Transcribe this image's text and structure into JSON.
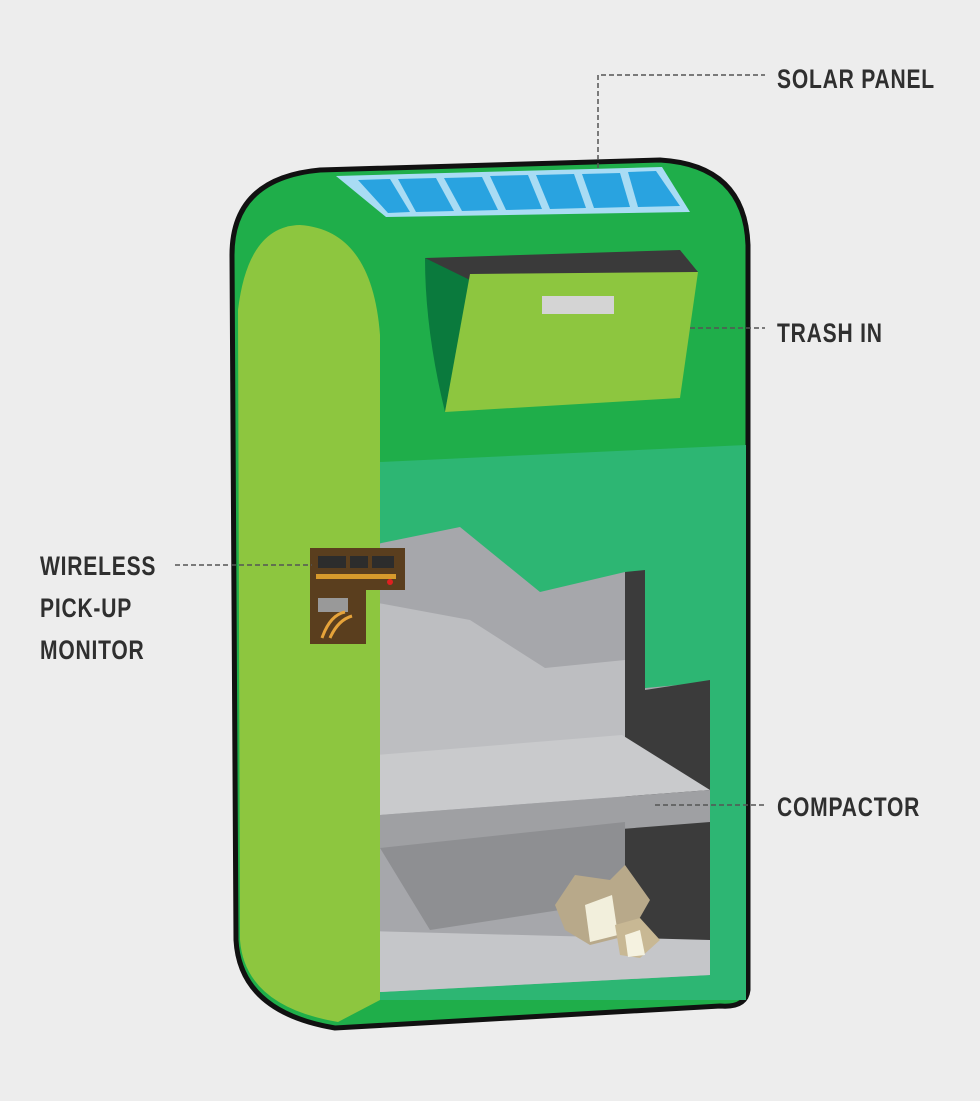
{
  "labels": {
    "solar_panel": "SOLAR PANEL",
    "trash_in": "TRASH IN",
    "wireless_lines": [
      "WIRELESS",
      "PICK-UP",
      "MONITOR"
    ],
    "compactor": "COMPACTOR"
  },
  "colors": {
    "background": "#ededed",
    "body_dark_green": "#1fae4a",
    "body_mid_green": "#2db673",
    "light_green": "#8dc63f",
    "solar_blue": "#29a3e0",
    "interior_gray": "#a6a7ab"
  }
}
